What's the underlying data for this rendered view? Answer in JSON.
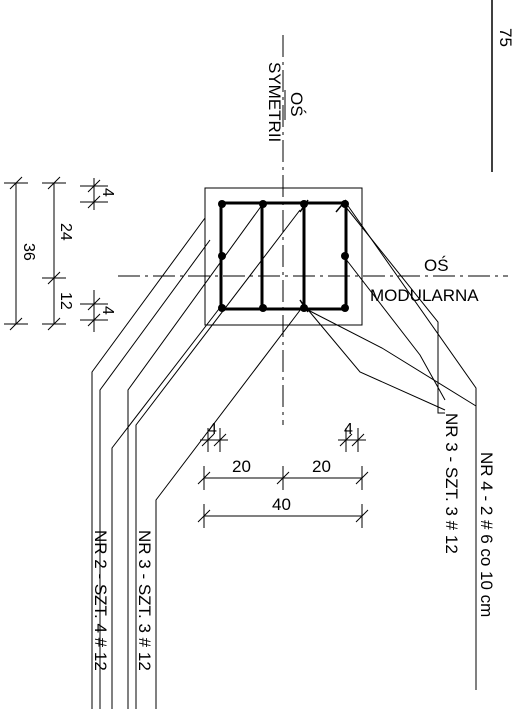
{
  "page_number": "75",
  "axis_symmetry": {
    "line1": "OŚ",
    "line2": "SYMETRII"
  },
  "axis_modular": {
    "line1": "OŚ",
    "line2": "MODULARNA"
  },
  "dims_vertical": {
    "d4_top": "4",
    "d24": "24",
    "d36": "36",
    "d12": "12",
    "d4_bottom": "4"
  },
  "dims_horizontal": {
    "d4_left": "4",
    "d4_right": "4",
    "d20_left": "20",
    "d20_right": "20",
    "d40": "40"
  },
  "labels": {
    "nr4": "NR 4 - 2 # 6 co 10 cm",
    "nr3_right": "NR 3 - SZT. 3 # 12",
    "nr3_left": "NR 3 - SZT. 3 # 12",
    "nr2": "NR 2 - SZT. 4 # 12"
  }
}
